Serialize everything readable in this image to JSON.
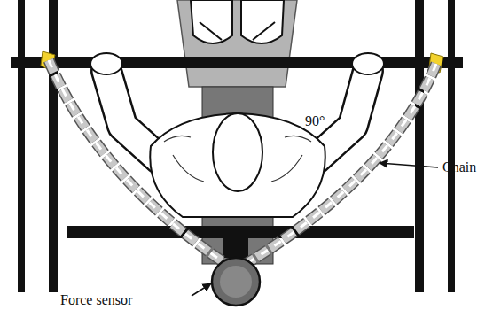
{
  "diagram": {
    "labels": [
      "90°",
      "Chain",
      "Force sensor"
    ]
  }
}
